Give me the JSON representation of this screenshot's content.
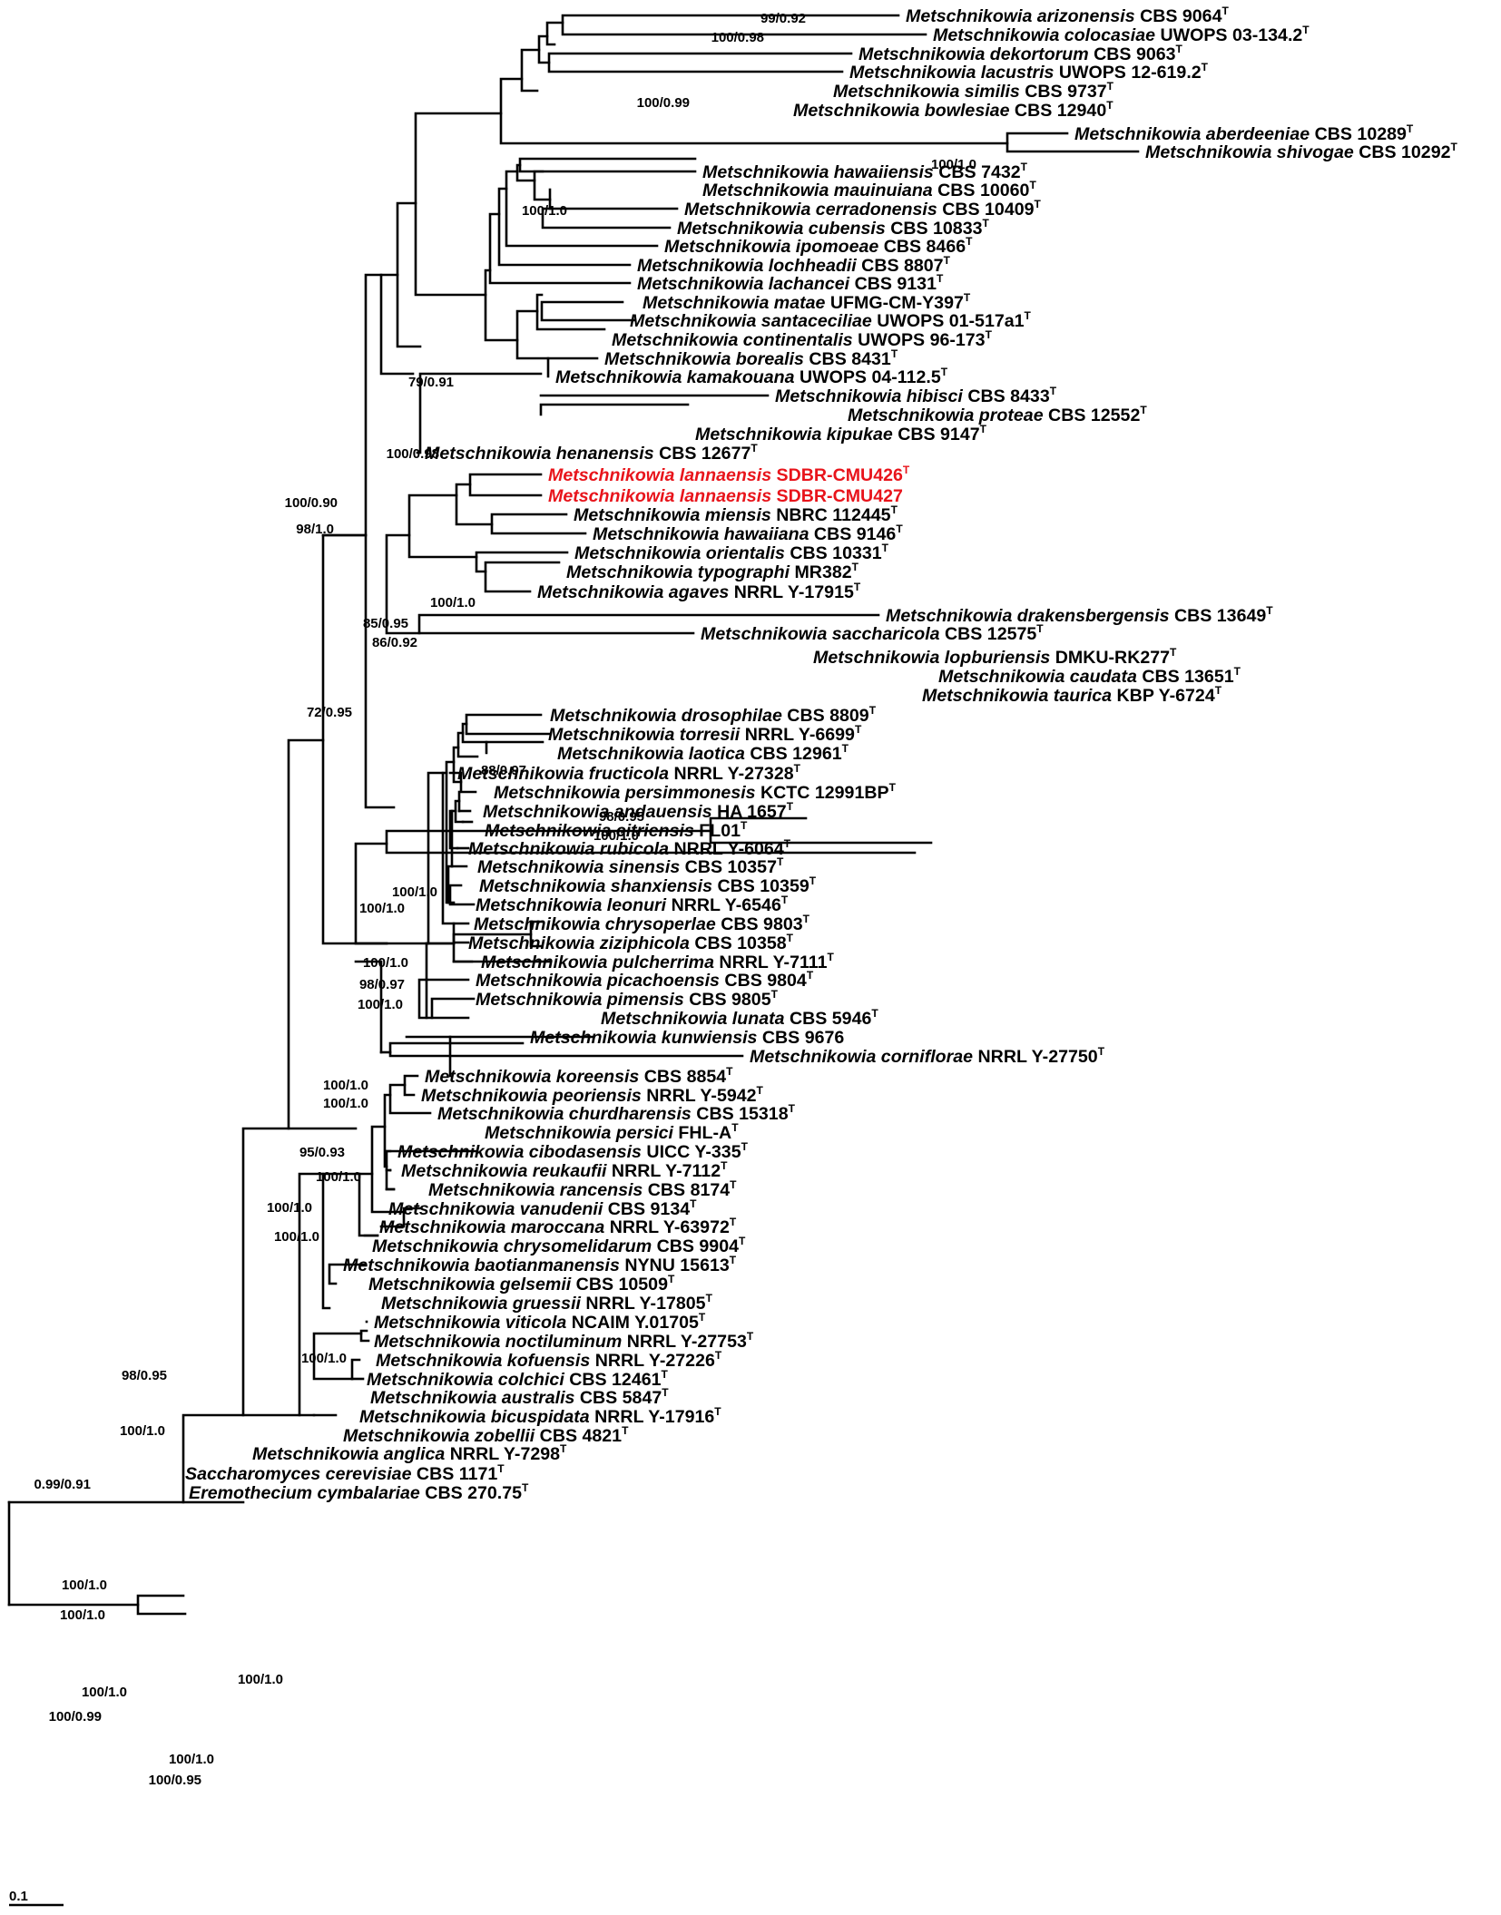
{
  "figure": {
    "scale_bar_label": "0.1",
    "type_strain_mark": "T",
    "highlight_color": "#e8141b"
  },
  "taxa": [
    {
      "species": "Metschnikowia arizonensis",
      "strain": "CBS 9064",
      "type": true
    },
    {
      "species": "Metschnikowia colocasiae",
      "strain": "UWOPS 03-134.2",
      "type": true
    },
    {
      "species": "Metschnikowia dekortorum",
      "strain": "CBS 9063",
      "type": true
    },
    {
      "species": "Metschnikowia lacustris",
      "strain": "UWOPS 12-619.2",
      "type": true
    },
    {
      "species": "Metschnikowia similis",
      "strain": "CBS 9737",
      "type": true
    },
    {
      "species": "Metschnikowia bowlesiae",
      "strain": "CBS 12940",
      "type": true
    },
    {
      "species": "Metschnikowia aberdeeniae",
      "strain": "CBS 10289",
      "type": true
    },
    {
      "species": "Metschnikowia shivogae",
      "strain": "CBS 10292",
      "type": true
    },
    {
      "species": "Metschnikowia hawaiiensis",
      "strain": "CBS 7432",
      "type": true
    },
    {
      "species": "Metschnikowia mauinuiana",
      "strain": "CBS 10060",
      "type": true
    },
    {
      "species": "Metschnikowia cerradonensis",
      "strain": "CBS 10409",
      "type": true
    },
    {
      "species": "Metschnikowia cubensis",
      "strain": "CBS 10833",
      "type": true
    },
    {
      "species": "Metschnikowia ipomoeae",
      "strain": "CBS 8466",
      "type": true
    },
    {
      "species": "Metschnikowia lochheadii",
      "strain": "CBS 8807",
      "type": true
    },
    {
      "species": "Metschnikowia lachancei",
      "strain": "CBS 9131",
      "type": true
    },
    {
      "species": "Metschnikowia matae",
      "strain": "UFMG-CM-Y397",
      "type": true
    },
    {
      "species": "Metschnikowia santaceciliae",
      "strain": "UWOPS 01-517a1",
      "type": true
    },
    {
      "species": "Metschnikowia continentalis",
      "strain": "UWOPS 96-173",
      "type": true
    },
    {
      "species": "Metschnikowia borealis",
      "strain": "CBS 8431",
      "type": true
    },
    {
      "species": "Metschnikowia kamakouana",
      "strain": "UWOPS 04-112.5",
      "type": true
    },
    {
      "species": "Metschnikowia hibisci",
      "strain": "CBS 8433",
      "type": true
    },
    {
      "species": "Metschnikowia proteae",
      "strain": "CBS 12552",
      "type": true
    },
    {
      "species": "Metschnikowia kipukae",
      "strain": "CBS 9147",
      "type": true
    },
    {
      "species": "Metschnikowia henanensis",
      "strain": "CBS 12677",
      "type": true
    },
    {
      "species": "Metschnikowia lannaensis",
      "strain": "SDBR-CMU426",
      "type": true,
      "highlight": true
    },
    {
      "species": "Metschnikowia lannaensis",
      "strain": "SDBR-CMU427",
      "type": false,
      "highlight": true
    },
    {
      "species": "Metschnikowia miensis",
      "strain": "NBRC 112445",
      "type": true
    },
    {
      "species": "Metschnikowia hawaiiana",
      "strain": "CBS 9146",
      "type": true
    },
    {
      "species": "Metschnikowia orientalis",
      "strain": "CBS 10331",
      "type": true
    },
    {
      "species": "Metschnikowia typographi",
      "strain": "MR382",
      "type": true
    },
    {
      "species": "Metschnikowia agaves",
      "strain": "NRRL Y-17915",
      "type": true
    },
    {
      "species": "Metschnikowia drakensbergensis",
      "strain": "CBS 13649",
      "type": true
    },
    {
      "species": "Metschnikowia saccharicola",
      "strain": "CBS 12575",
      "type": true
    },
    {
      "species": "Metschnikowia lopburiensis",
      "strain": "DMKU-RK277",
      "type": true
    },
    {
      "species": "Metschnikowia caudata",
      "strain": "CBS 13651",
      "type": true
    },
    {
      "species": "Metschnikowia taurica",
      "strain": "KBP Y-6724",
      "type": true
    },
    {
      "species": "Metschnikowia drosophilae",
      "strain": "CBS 8809",
      "type": true
    },
    {
      "species": "Metschnikowia torresii",
      "strain": "NRRL Y-6699",
      "type": true
    },
    {
      "species": "Metschnikowia laotica",
      "strain": "CBS 12961",
      "type": true
    },
    {
      "species": "Metschnikowia fructicola",
      "strain": "NRRL Y-27328",
      "type": true
    },
    {
      "species": "Metschnikowia persimmonesis",
      "strain": "KCTC 12991BP",
      "type": true
    },
    {
      "species": "Metschnikowia andauensis",
      "strain": "HA 1657",
      "type": true
    },
    {
      "species": "Metschnikowia citriensis",
      "strain": "FL01",
      "type": true
    },
    {
      "species": "Metschnikowia rubicola",
      "strain": "NRRL Y-6064",
      "type": true
    },
    {
      "species": "Metschnikowia sinensis",
      "strain": "CBS 10357",
      "type": true
    },
    {
      "species": "Metschnikowia shanxiensis",
      "strain": "CBS 10359",
      "type": true
    },
    {
      "species": "Metschnikowia leonuri",
      "strain": "NRRL Y-6546",
      "type": true
    },
    {
      "species": "Metschnikowia chrysoperlae",
      "strain": "CBS 9803",
      "type": true
    },
    {
      "species": "Metschnikowia ziziphicola",
      "strain": "CBS 10358",
      "type": true
    },
    {
      "species": "Metschnikowia pulcherrima",
      "strain": "NRRL Y-7111",
      "type": true
    },
    {
      "species": "Metschnikowia picachoensis",
      "strain": "CBS 9804",
      "type": true
    },
    {
      "species": "Metschnikowia pimensis",
      "strain": "CBS 9805",
      "type": true
    },
    {
      "species": "Metschnikowia lunata",
      "strain": "CBS 5946",
      "type": true
    },
    {
      "species": "Metschnikowia kunwiensis",
      "strain": "CBS 9676",
      "type": false
    },
    {
      "species": "Metschnikowia corniflorae",
      "strain": "NRRL Y-27750",
      "type": true
    },
    {
      "species": "Metschnikowia koreensis",
      "strain": "CBS 8854",
      "type": true
    },
    {
      "species": "Metschnikowia peoriensis",
      "strain": "NRRL Y-5942",
      "type": true
    },
    {
      "species": "Metschnikowia churdharensis",
      "strain": "CBS 15318",
      "type": true
    },
    {
      "species": "Metschnikowia persici",
      "strain": "FHL-A",
      "type": true
    },
    {
      "species": "Metschnikowia cibodasensis",
      "strain": "UICC Y-335",
      "type": true
    },
    {
      "species": "Metschnikowia reukaufii",
      "strain": "NRRL Y-7112",
      "type": true
    },
    {
      "species": "Metschnikowia rancensis",
      "strain": "CBS 8174",
      "type": true
    },
    {
      "species": "Metschnikowia vanudenii",
      "strain": "CBS 9134",
      "type": true
    },
    {
      "species": "Metschnikowia maroccana",
      "strain": "NRRL Y-63972",
      "type": true
    },
    {
      "species": "Metschnikowia chrysomelidarum",
      "strain": "CBS 9904",
      "type": true
    },
    {
      "species": "Metschnikowia baotianmanensis",
      "strain": "NYNU 15613",
      "type": true
    },
    {
      "species": "Metschnikowia gelsemii",
      "strain": "CBS 10509",
      "type": true
    },
    {
      "species": "Metschnikowia gruessii",
      "strain": "NRRL Y-17805",
      "type": true
    },
    {
      "species": "Metschnikowia viticola",
      "strain": "NCAIM Y.01705",
      "type": true
    },
    {
      "species": "Metschnikowia noctiluminum",
      "strain": "NRRL Y-27753",
      "type": true
    },
    {
      "species": "Metschnikowia kofuensis",
      "strain": "NRRL Y-27226",
      "type": true
    },
    {
      "species": "Metschnikowia colchici",
      "strain": "CBS 12461",
      "type": true
    },
    {
      "species": "Metschnikowia australis",
      "strain": "CBS 5847",
      "type": true
    },
    {
      "species": "Metschnikowia bicuspidata",
      "strain": "NRRL Y-17916",
      "type": true
    },
    {
      "species": "Metschnikowia zobellii",
      "strain": "CBS 4821",
      "type": true
    },
    {
      "species": "Metschnikowia anglica",
      "strain": "NRRL Y-7298",
      "type": true
    },
    {
      "species": "Saccharomyces cerevisiae",
      "strain": "CBS 1171",
      "type": true
    },
    {
      "species": "Eremothecium cymbalariae",
      "strain": "CBS 270.75",
      "type": true
    }
  ],
  "support_labels": [
    "99/0.92",
    "100/0.98",
    "100/0.99",
    "100/1.0",
    "100/1.0",
    "79/0.91",
    "100/0.98",
    "100/0.90",
    "98/1.0",
    "100/1.0",
    "85/0.95",
    "86/0.92",
    "72/0.95",
    "88/0.97",
    "98/0.95",
    "100/1.0",
    "100/1.0",
    "100/1.0",
    "100/1.0",
    "98/0.97",
    "100/1.0",
    "100/1.0",
    "100/1.0",
    "95/0.93",
    "100/1.0",
    "100/1.0",
    "100/1.0",
    "100/1.0",
    "98/0.95",
    "100/1.0",
    "0.99/0.91",
    "100/1.0",
    "100/1.0",
    "100/1.0",
    "100/0.99",
    "100/1.0",
    "100/1.0",
    "100/0.95"
  ]
}
